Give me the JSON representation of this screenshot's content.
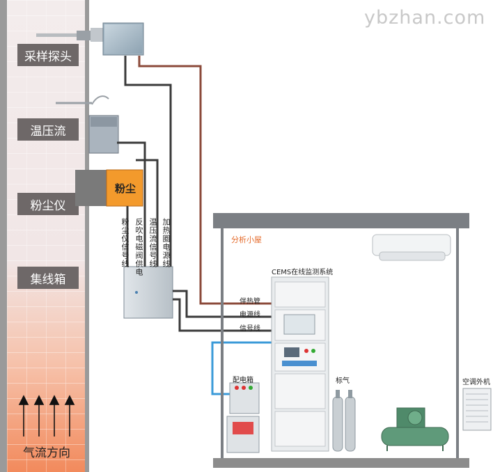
{
  "watermark": "ybzhan.com",
  "chimney": {
    "labels": [
      "采样探头",
      "温压流",
      "粉尘仪",
      "集线箱"
    ],
    "airflow_label": "气流方向"
  },
  "dust_meter_box": "粉尘",
  "wires": {
    "dust_signal": "粉尘仪信号线",
    "blowback_power": "反吹电磁阀供电",
    "tpf_signal": "温压流信号线",
    "heater_power": "加热圈电源线"
  },
  "shelter": {
    "title": "分析小屋",
    "cems_title": "CEMS在线监测系统",
    "heat_trace": "伴热管",
    "power_line": "电源线",
    "signal_line": "信号线",
    "distribution_box": "配电箱",
    "std_gas": "标气",
    "ac_outdoor": "空调外机"
  },
  "colors": {
    "heat_trace": "#8b4a3a",
    "cable": "#3a3a3a",
    "air_line": "#3a9ad8",
    "dust_box": "#f39a2c",
    "chimney_bottom": "#f28a5c"
  }
}
